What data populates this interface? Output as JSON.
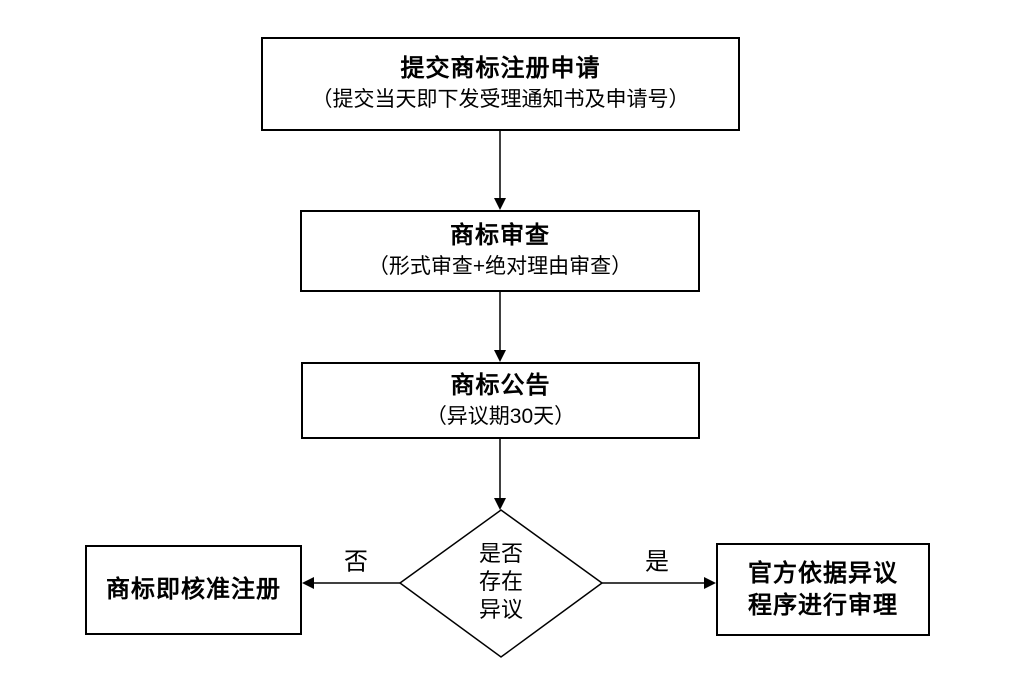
{
  "flowchart": {
    "nodes": {
      "submit": {
        "title": "提交商标注册申请",
        "subtitle": "（提交当天即下发受理通知书及申请号）"
      },
      "review": {
        "title": "商标审查",
        "subtitle": "（形式审查+绝对理由审查）"
      },
      "publication": {
        "title": "商标公告",
        "subtitle": "（异议期30天）"
      },
      "decision": {
        "line1": "是否",
        "line2": "存在",
        "line3": "异议"
      },
      "approved": {
        "title": "商标即核准注册"
      },
      "opposition": {
        "line1": "官方依据异议",
        "line2": "程序进行审理"
      }
    },
    "edge_labels": {
      "no": "否",
      "yes": "是"
    },
    "colors": {
      "ink": "#000000",
      "background": "#ffffff"
    }
  }
}
